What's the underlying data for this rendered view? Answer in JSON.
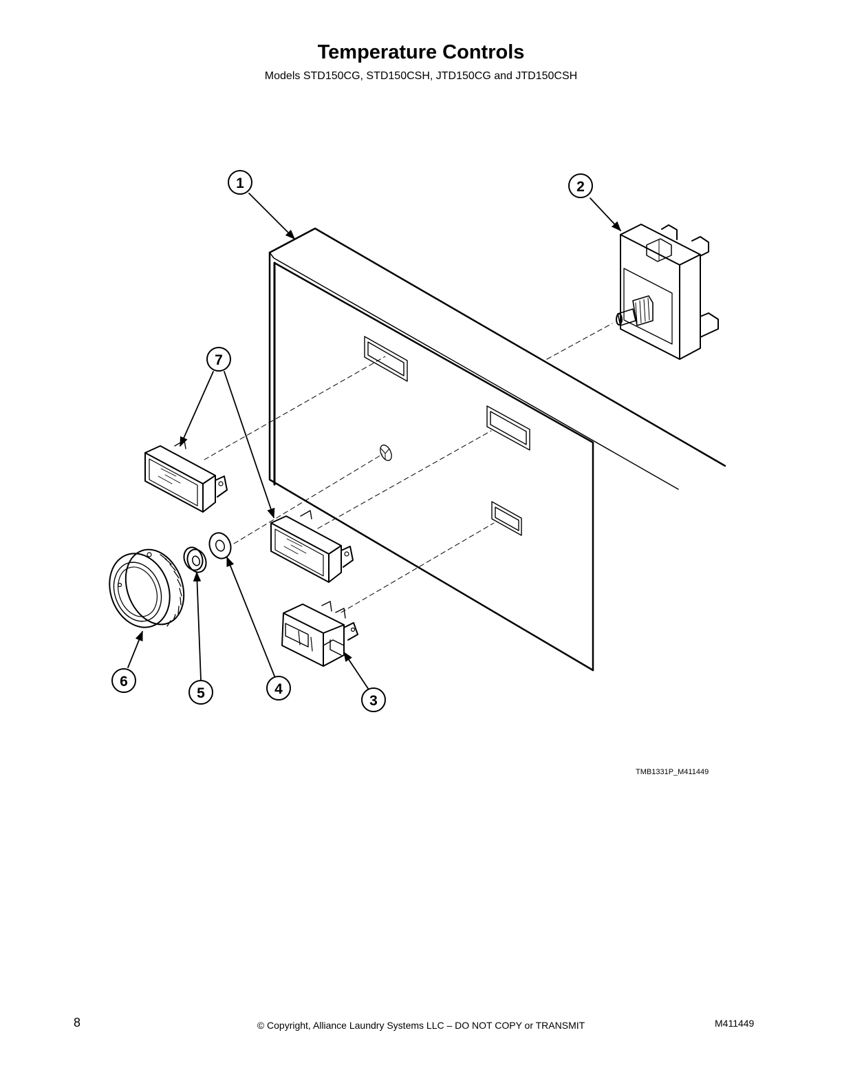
{
  "header": {
    "title": "Temperature Controls",
    "subtitle": "Models STD150CG, STD150CSH, JTD150CG and JTD150CSH"
  },
  "diagram": {
    "callouts": [
      "1",
      "2",
      "3",
      "4",
      "5",
      "6",
      "7"
    ],
    "figure_id": "TMB1331P_M411449"
  },
  "footer": {
    "page_number": "8",
    "copyright": "© Copyright, Alliance Laundry Systems LLC – DO NOT COPY or TRANSMIT",
    "document_id": "M411449"
  }
}
